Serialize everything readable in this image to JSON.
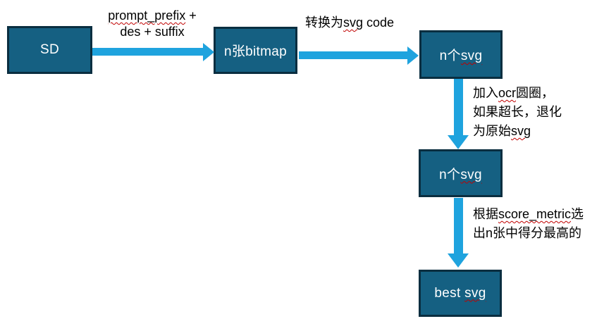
{
  "colors": {
    "box_fill": "#156082",
    "box_border": "#0A2E40",
    "box_text": "#FFFFFF",
    "arrow": "#1FA3DE",
    "label_text": "#000000",
    "misspell_underline": "#C00000"
  },
  "boxes": {
    "sd": [
      {
        "t": "SD"
      }
    ],
    "bitmap": [
      {
        "t": "n张bitmap"
      }
    ],
    "svg1": [
      {
        "t": "n个"
      },
      {
        "t": "svg",
        "sp": true
      }
    ],
    "svg2": [
      {
        "t": "n个"
      },
      {
        "t": "svg",
        "sp": true
      }
    ],
    "best": [
      {
        "t": "best "
      },
      {
        "t": "svg",
        "sp": true
      }
    ]
  },
  "edge_labels": {
    "prompt": [
      [
        {
          "t": "prompt_prefix",
          "sp": true
        },
        {
          "t": " +"
        }
      ],
      [
        {
          "t": "des + suffix"
        }
      ]
    ],
    "convert": [
      [
        {
          "t": "转换为"
        },
        {
          "t": "svg",
          "sp": true
        },
        {
          "t": " code"
        }
      ]
    ],
    "ocr": [
      [
        {
          "t": "加入"
        },
        {
          "t": "ocr",
          "sp": true
        },
        {
          "t": "圆圈，"
        }
      ],
      [
        {
          "t": "如果超长，退化"
        }
      ],
      [
        {
          "t": "为原始"
        },
        {
          "t": "svg",
          "sp": true
        }
      ]
    ],
    "score": [
      [
        {
          "t": "根据"
        },
        {
          "t": "score_metric",
          "sp": true
        },
        {
          "t": "选"
        }
      ],
      [
        {
          "t": "出n张中得分最高的"
        }
      ]
    ]
  }
}
